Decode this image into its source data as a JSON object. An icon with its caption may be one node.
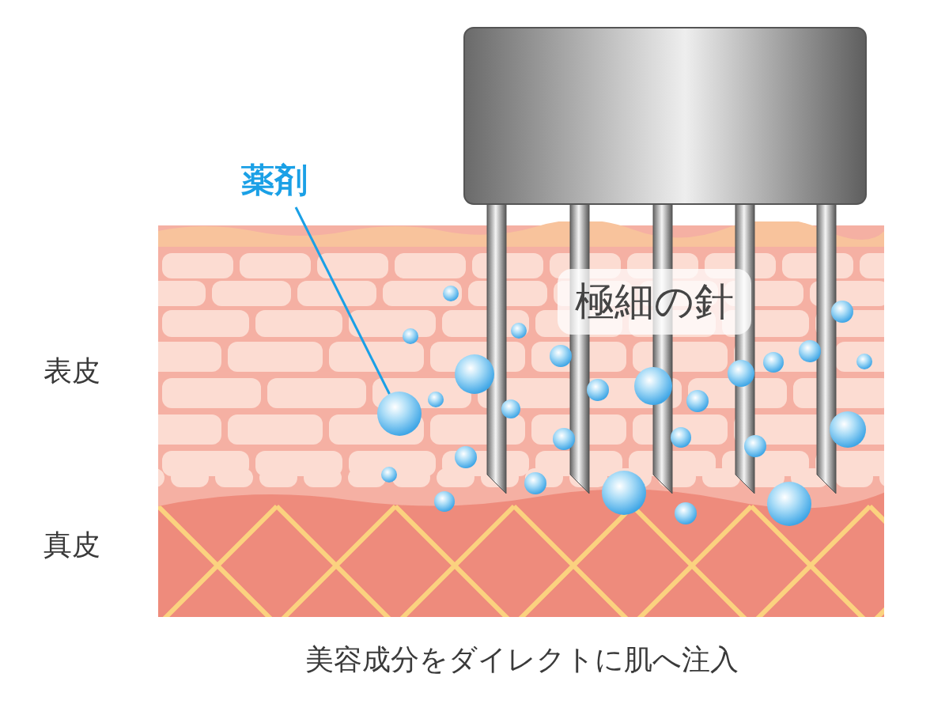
{
  "diagram": {
    "caption": "美容成分をダイレクトに肌へ注入",
    "nodes": [
      {
        "text": [
          "薬剤"
        ]
      },
      {
        "text": [],
        "shape": "circle"
      }
    ],
    "edges": [
      {
        "from": 0,
        "to": 1,
        "arrow": "none"
      }
    ],
    "labels": [
      "極細の針",
      "表皮",
      "真皮"
    ]
  }
}
